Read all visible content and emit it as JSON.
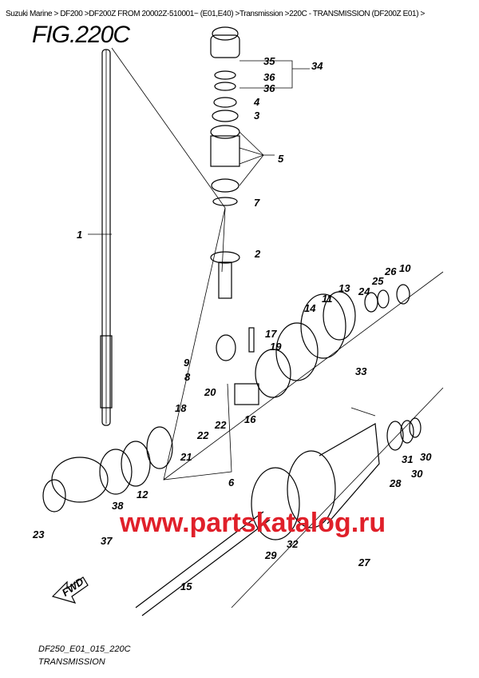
{
  "breadcrumb": "Suzuki Marine > DF200 >DF200Z FROM 20002Z-510001~ (E01,E40) >Transmission >220C - TRANSMISSION (DF200Z E01) >",
  "figure_title": "FIG.220C",
  "watermark": "www.partskatalog.ru",
  "fwd_label": "FWD",
  "footer": {
    "code": "DF250_E01_015_220C",
    "name": "TRANSMISSION"
  },
  "callouts": [
    "35",
    "34",
    "36",
    "36",
    "4",
    "3",
    "5",
    "7",
    "1",
    "2",
    "10",
    "26",
    "25",
    "24",
    "13",
    "11",
    "14",
    "17",
    "19",
    "9",
    "8",
    "20",
    "33",
    "18",
    "22",
    "22",
    "16",
    "21",
    "31",
    "30",
    "30",
    "28",
    "6",
    "12",
    "38",
    "23",
    "37",
    "29",
    "32",
    "27",
    "15"
  ]
}
